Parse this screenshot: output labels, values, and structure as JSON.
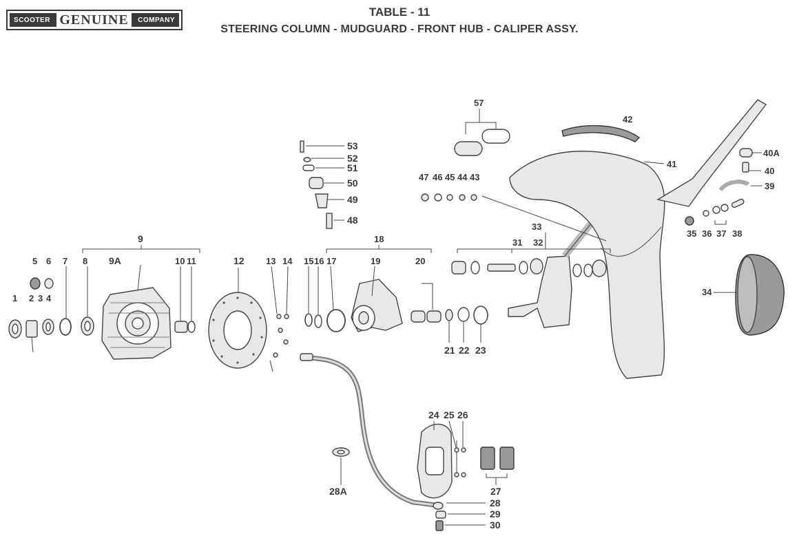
{
  "header": {
    "logo_left": "SCOOTER",
    "logo_center": "GENUINE",
    "logo_right": "COMPANY",
    "title": "TABLE - 11",
    "subtitle": "STEERING COLUMN - MUDGUARD - FRONT HUB - CALIPER ASSY."
  },
  "callouts": {
    "p1": "1",
    "p2": "2",
    "p3": "3",
    "p4": "4",
    "p5": "5",
    "p6": "6",
    "p7": "7",
    "p8": "8",
    "p9": "9",
    "p9a": "9A",
    "p10": "10",
    "p11": "11",
    "p12": "12",
    "p13": "13",
    "p14": "14",
    "p15": "15",
    "p16": "16",
    "p17": "17",
    "p18": "18",
    "p19": "19",
    "p20": "20",
    "p21": "21",
    "p22": "22",
    "p23": "23",
    "p24": "24",
    "p25": "25",
    "p26": "26",
    "p27": "27",
    "p28": "28",
    "p28a": "28A",
    "p29": "29",
    "p30": "30",
    "p31": "31",
    "p32": "32",
    "p33": "33",
    "p34": "34",
    "p35": "35",
    "p36": "36",
    "p37": "37",
    "p38": "38",
    "p39": "39",
    "p40": "40",
    "p40a": "40A",
    "p41": "41",
    "p42": "42",
    "p43": "43",
    "p44": "44",
    "p45": "45",
    "p46": "46",
    "p47": "47",
    "p48": "48",
    "p49": "49",
    "p50": "50",
    "p51": "51",
    "p52": "52",
    "p53": "53",
    "p57": "57"
  }
}
